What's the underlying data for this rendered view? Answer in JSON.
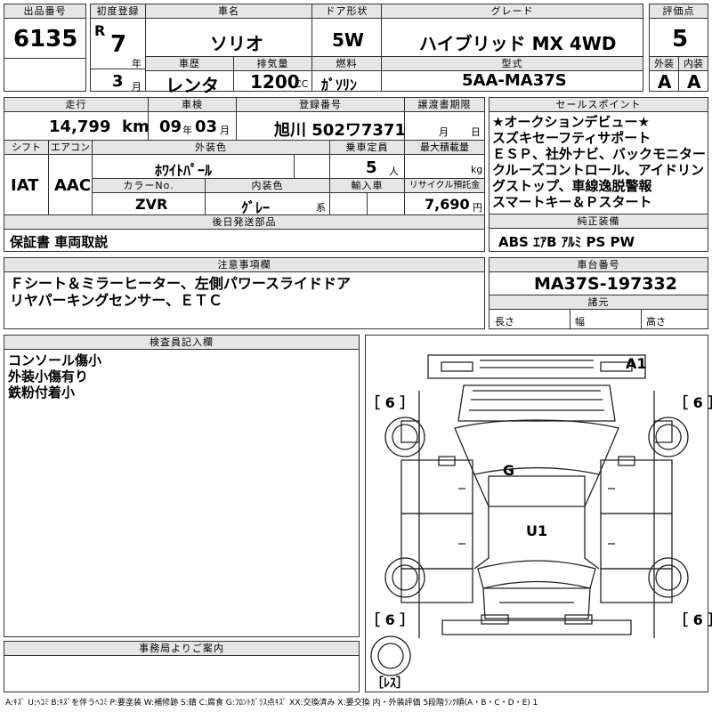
{
  "top": {
    "lot_label": "出品番号",
    "lot_value": "6135",
    "first_reg_label": "初度登録",
    "era_mark": "R",
    "year_value": "7",
    "year_unit": "年",
    "month_value": "3",
    "month_unit": "月",
    "name_label": "車名",
    "name_value": "ソリオ",
    "door_label": "ドア形状",
    "door_value": "5W",
    "grade_label": "グレード",
    "grade_value": "ハイブリッド MX  4WD",
    "score_label": "評価点",
    "score_value": "5",
    "history_label": "車歴",
    "history_value": "レンタ",
    "displacement_label": "排気量",
    "displacement_value": "1200",
    "displacement_unit": "CC",
    "fuel_label": "燃料",
    "fuel_value": "ｶﾞｿﾘﾝ",
    "model_label": "型式",
    "model_value": "5AA-MA37S",
    "ext_label": "外装",
    "ext_value": "A",
    "int_label": "内装",
    "int_value": "A"
  },
  "row2": {
    "mileage_label": "走行",
    "mileage_value": "14,799",
    "mileage_unit": "km",
    "inspection_label": "車検",
    "inspection_year": "09",
    "inspection_year_unit": "年",
    "inspection_month": "03",
    "inspection_month_unit": "月",
    "reg_label": "登録番号",
    "reg_value": "旭川  502ワ7371",
    "transfer_label": "譲渡書期限",
    "transfer_month_unit": "月",
    "transfer_day_unit": "日",
    "shift_label": "シフト",
    "shift_value": "IAT",
    "ac_label": "エアコン",
    "ac_value": "AAC",
    "color_label": "外装色",
    "color_value": "ﾎﾜｲﾄﾊﾟｰﾙ",
    "capacity_label": "乗車定員",
    "capacity_value": "5",
    "capacity_unit": "人",
    "maxload_label": "最大積載量",
    "maxload_unit": "kg",
    "colorno_label": "カラーNo.",
    "colorno_value": "ZVR",
    "intcolor_label": "内装色",
    "intcolor_value": "ｸﾞﾚｰ",
    "intcolor_unit": "系",
    "import_label": "輸入車",
    "recycle_label": "リサイクル預託金",
    "recycle_value": "7,690",
    "recycle_unit": "円",
    "later_label": "後日発送部品",
    "later_value": "保証書  車両取説"
  },
  "sales": {
    "label": "セールスポイント",
    "lines": [
      "★オークションデビュー★",
      "スズキセーフティサポート",
      "ＥＳＰ、社外ナビ、バックモニター",
      "クルーズコントロール、アイドリン",
      "グストップ、車線逸脱警報",
      "スマートキー＆Ｐスタート"
    ]
  },
  "equip": {
    "label": "純正装備",
    "value": "ABS  ｴｱB  ｱﾙﾐ  PS  PW"
  },
  "caution": {
    "label": "注意事項欄",
    "lines": [
      "Ｆシート＆ミラーヒーター、左側パワースライドドア",
      "リヤパーキングセンサー、ＥＴＣ"
    ]
  },
  "chassis": {
    "label": "車台番号",
    "value": "MA37S-197332",
    "spec_label": "諸元",
    "length_label": "長さ",
    "width_label": "幅",
    "height_label": "高さ"
  },
  "inspector": {
    "label": "検査員記入欄",
    "lines": [
      "コンソール傷小",
      "外装小傷有り",
      "鉄粉付着小"
    ]
  },
  "office": {
    "label": "事務局よりご案内"
  },
  "diagram": {
    "marks": {
      "a1": "A1",
      "g": "G",
      "u1": "U1"
    },
    "tires": {
      "fl": "［ 6 ］",
      "fr": "［ 6 ］",
      "rl": "［ 6 ］",
      "rr": "［ 6 ］",
      "spare": "［ﾚｽ］"
    }
  },
  "legend": "A:ｷｽﾞ U:ﾍｺﾐ B:ｷｽﾞを伴うﾍｺﾐ P:要塗装 W:補修跡 S:錆 C:腐食 G:ﾌﾛﾝﾄｶﾞﾗｽ点ｷｽﾞ XX:交換済み X:要交換  内・外装評価 5段階ﾗﾝｸ順(A・B・C・D・E) 1"
}
